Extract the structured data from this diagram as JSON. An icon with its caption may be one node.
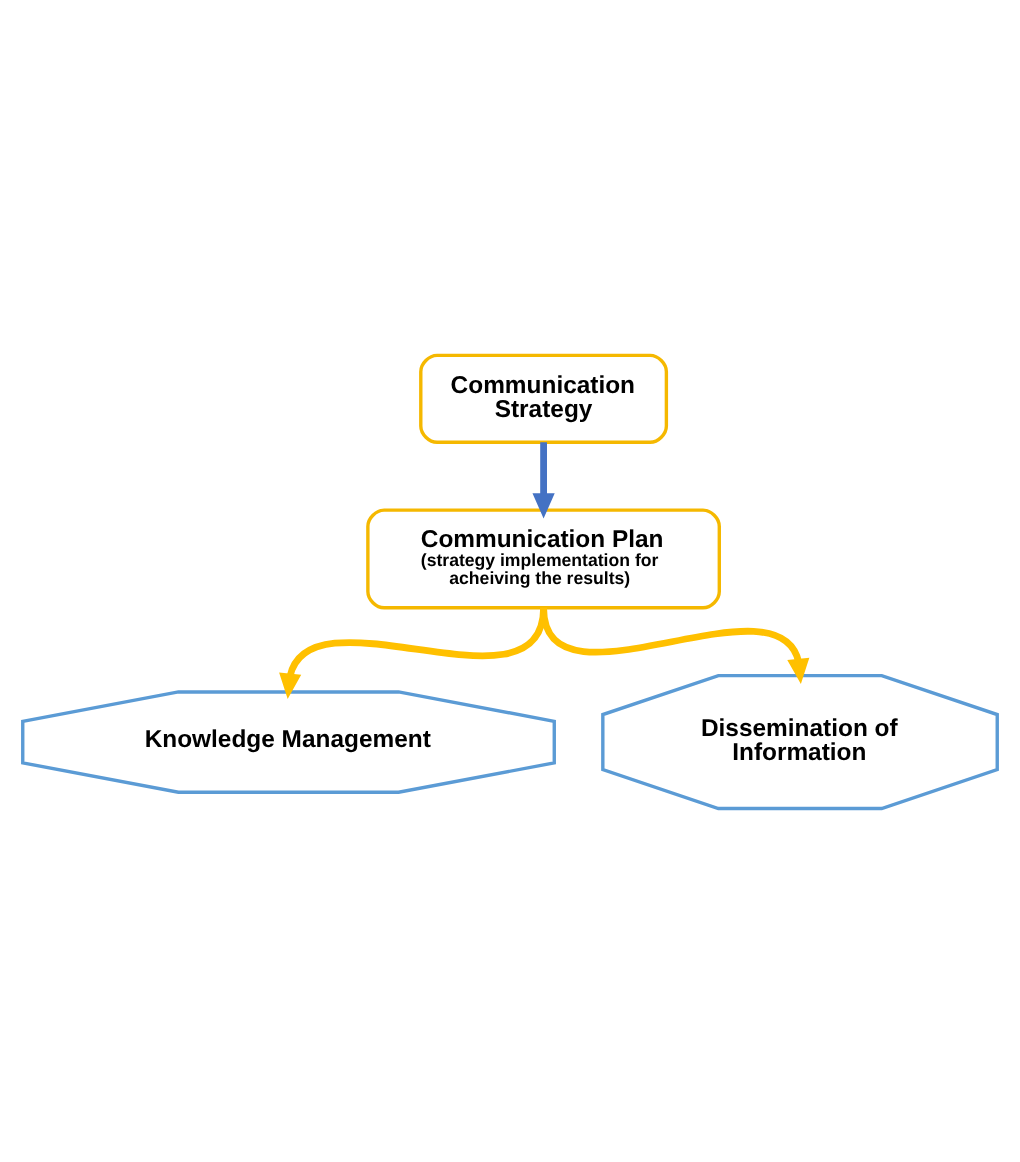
{
  "diagram": {
    "nodes": [
      {
        "text": [
          "Communication Strategy"
        ]
      },
      {
        "text": [
          "Communication Plan",
          "(strategy implementation for acheiving the results)"
        ]
      },
      {
        "text": [
          "Knowledge Management"
        ]
      },
      {
        "text": [
          "Dissemination of Information"
        ]
      }
    ],
    "edges": [
      {
        "from": 0,
        "to": 1,
        "arrow": "to",
        "color": "#4472c4"
      },
      {
        "from": 1,
        "to": 2,
        "arrow": "to"
      },
      {
        "from": 1,
        "to": 3,
        "arrow": "to"
      }
    ]
  }
}
